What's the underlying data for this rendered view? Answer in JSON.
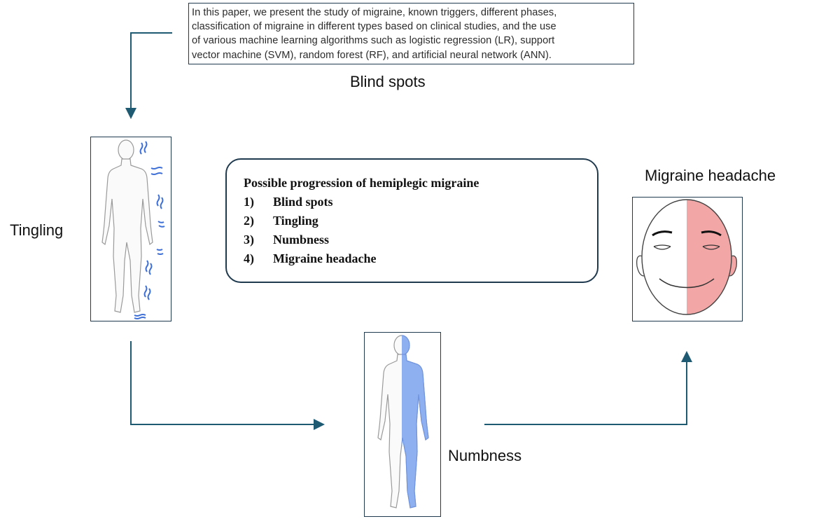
{
  "excerpt": {
    "lines": [
      "In this paper, we present the study of migraine, known triggers, different phases,",
      "classification of migraine in different types based on clinical studies, and the use",
      "of various machine learning algorithms such as logistic regression (LR), support",
      "vector machine (SVM), random forest (RF), and artificial neural network (ANN)."
    ]
  },
  "stages": {
    "blind_spots": "Blind spots",
    "tingling": "Tingling",
    "numbness": "Numbness",
    "migraine_headache": "Migraine headache"
  },
  "progression": {
    "title": "Possible progression  of hemiplegic migraine",
    "items": [
      {
        "num": "1)",
        "label": "Blind spots"
      },
      {
        "num": "2)",
        "label": "Tingling"
      },
      {
        "num": "3)",
        "label": "Numbness"
      },
      {
        "num": "4)",
        "label": "Migraine headache"
      }
    ]
  },
  "colors": {
    "arrow": "#1f5a73",
    "tingle": "#3d6fd6",
    "numb_fill": "#8fb0f0",
    "face_red": "#f2a6a6"
  }
}
